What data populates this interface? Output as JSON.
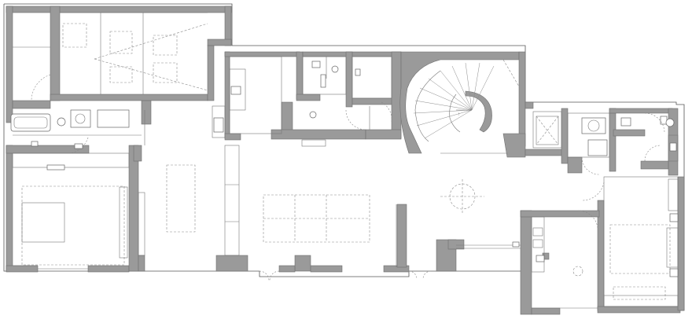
{
  "plan": {
    "background": "#ffffff",
    "wall_color": "#9a9a9a",
    "line_color": "#555555",
    "rooms": [
      {
        "id": "bedroom-left"
      },
      {
        "id": "bathroom-left"
      },
      {
        "id": "wardrobe-top-left"
      },
      {
        "id": "kitchen"
      },
      {
        "id": "living-dining"
      },
      {
        "id": "wc-center"
      },
      {
        "id": "spiral-stair"
      },
      {
        "id": "lift"
      },
      {
        "id": "bathroom-right"
      },
      {
        "id": "bedroom-right"
      },
      {
        "id": "study"
      }
    ]
  }
}
